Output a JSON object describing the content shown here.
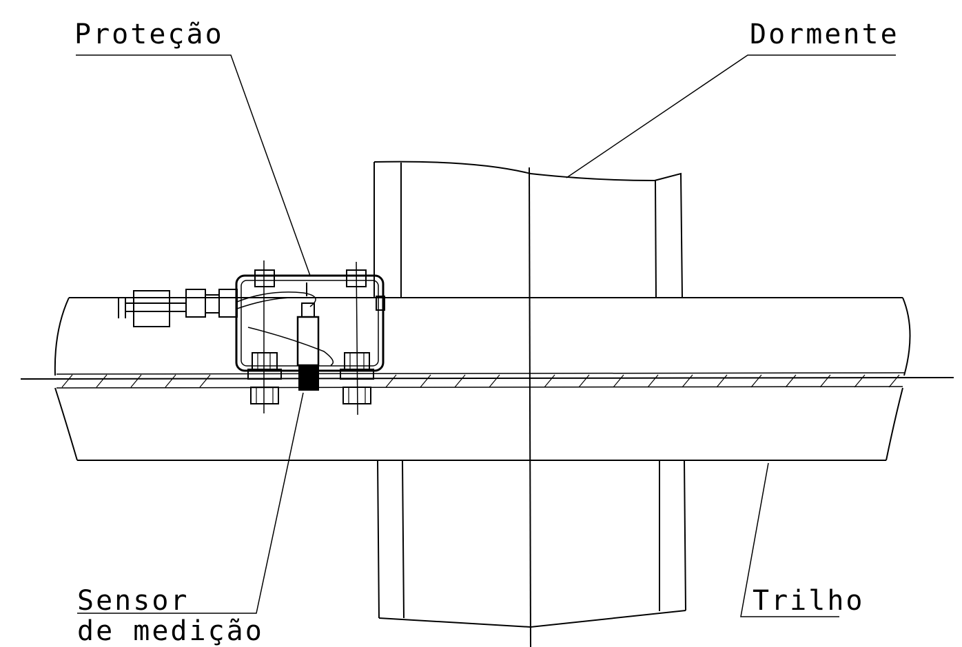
{
  "labels": {
    "protection": "Proteção",
    "sleeper": "Dormente",
    "sensor_line1": "Sensor",
    "sensor_line2": "de medição",
    "rail": "Trilho"
  },
  "colors": {
    "line": "#000000",
    "background": "#ffffff"
  }
}
